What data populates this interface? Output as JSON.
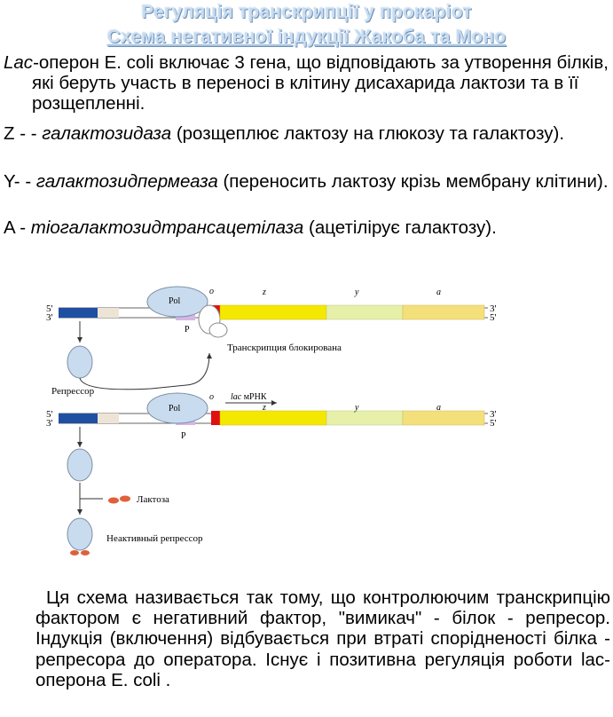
{
  "header": {
    "title": "Регуляція транскрипції у прокаріот",
    "subtitle": "Схема негативної індукції Жакоба та Моно"
  },
  "intro": {
    "lac": "Lac",
    "text": "-оперон E. coli включає 3 гена, що відповідають за утворення білків, які беруть участь в переносі в клітину дисахарида лактози та в її розщепленні."
  },
  "genes": [
    {
      "letter": "Z - - ",
      "name": "галактозидаза",
      "desc": " (розщеплює лактозу на глюкозу та галактозу)."
    },
    {
      "letter": "Y- - ",
      "name": "галактозидпермеаза",
      "desc": " (переносить лактозу крізь мембрану клітини)."
    },
    {
      "letter": "A - ",
      "name": "тіогалактозидтрансацетілаза",
      "desc": " (ацетілірує галактозу)."
    }
  ],
  "diagram": {
    "end5": "5'",
    "end3": "3'",
    "pol": "Pol",
    "promoter": "P",
    "operator": "o",
    "gene_z": "z",
    "gene_y": "y",
    "gene_a": "a",
    "blocked": "Транскрипция блокирована",
    "repressor": "Репрессор",
    "mrna_italic": "lac",
    "mrna_rest": " мРНК",
    "lactose": "Лактоза",
    "inactive": "Неактивный репрессор",
    "colors": {
      "regulator": "#1f4fa3",
      "operator": "#e01010",
      "gene_z": "#f5e800",
      "gene_y": "#e6f0a8",
      "gene_a": "#f4e07a",
      "pol": "#c9dcef",
      "promoter": "#d6b6e4",
      "lactose": "#e0603a"
    }
  },
  "footer": {
    "text": "Ця схема називається так тому, що контролюючим транскрипцію фактором є негативний фактор, \"вимикач\" - білок - репресор. Індукція (включення) відбувається при втраті спорідненості білка - репресора до оператора. Існує і позитивна регуляція роботи lac-оперона E. coli ."
  }
}
